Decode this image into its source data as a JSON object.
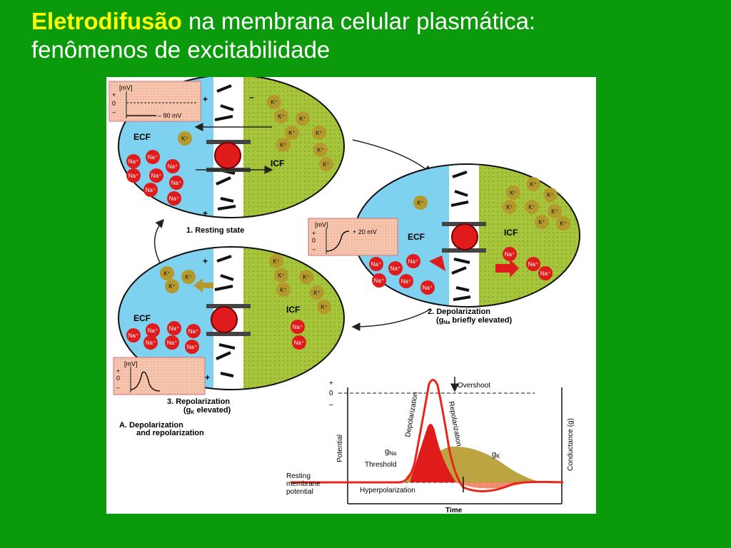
{
  "slide": {
    "title_bold": "Eletrodifusão",
    "title_rest": " na membrana celular plasmática:",
    "title_line2": "fenômenos de excitabilidade"
  },
  "colors": {
    "background": "#0b9a0b",
    "title_bold": "#ffff00",
    "title_text": "#ffffff",
    "ecf": "#7fd1f0",
    "icf": "#a7c53a",
    "sodium": "#e01b1b",
    "potassium": "#b49a2c",
    "curve": "#e6271a"
  },
  "figure": {
    "ion_na": "Na⁺",
    "ion_k": "K⁺",
    "ecf": "ECF",
    "icf": "ICF",
    "plus": "+",
    "minus": "–",
    "zero": "0",
    "mv": "[mV]",
    "inset1_value": "– 90 mV",
    "inset2_value": "+ 20 mV",
    "state1": "1. Resting state",
    "state2_line1": "2. Depolarization",
    "state2_line2a": "(g",
    "state2_sub": "Na",
    "state2_line2b": " briefly elevated)",
    "state3_line1": "3. Repolarization",
    "state3_line2a": "(g",
    "state3_sub": "K",
    "state3_line2b": " elevated)",
    "caption_line1": "A. Depolarization",
    "caption_line2": "and repolarization"
  },
  "graph": {
    "overshoot": "Overshoot",
    "depolarization": "Depolarization",
    "repolarization": "Repolarization",
    "potential": "Potential",
    "conductance": "Conductance (g)",
    "gna_g": "g",
    "gna_sub": "Na",
    "gk_g": "g",
    "gk_sub": "K",
    "threshold": "Threshold",
    "resting1": "Resting",
    "resting2": "membrane",
    "resting3": "potential",
    "hyperpolarization": "Hyperpolarization",
    "time": "Time",
    "plus": "+",
    "zero": "0",
    "minus": "–"
  }
}
